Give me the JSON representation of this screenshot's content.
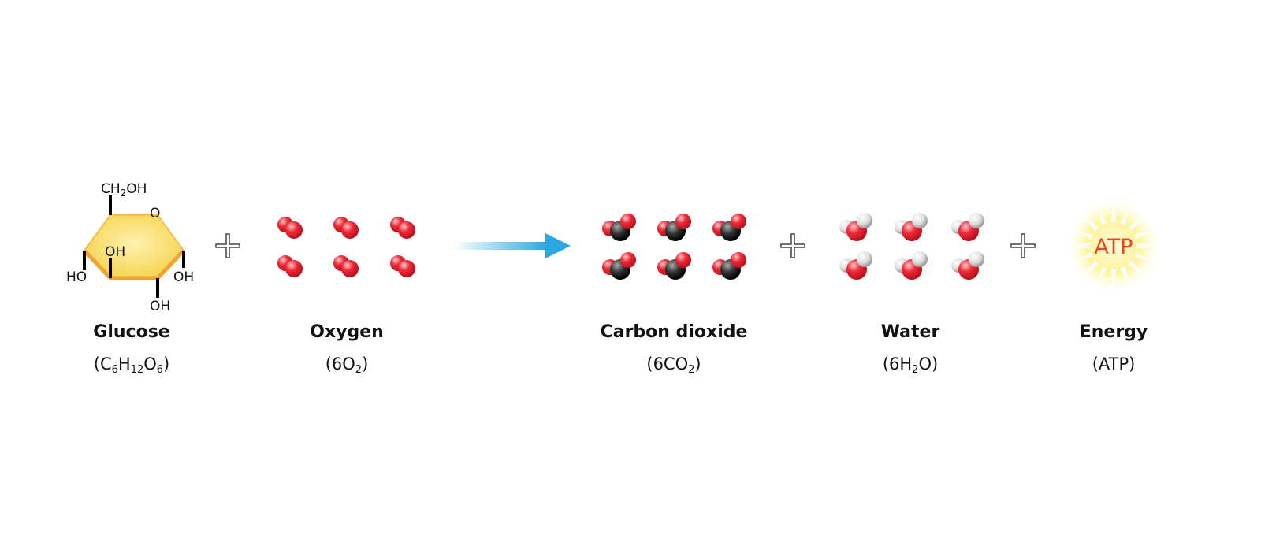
{
  "glucose": {
    "name": "Glucose",
    "formula": {
      "pre": "(C",
      "s1": "6",
      "h": "H",
      "s2": "12",
      "o": "O",
      "s3": "6",
      "post": ")"
    },
    "groups": {
      "top": "CH",
      "top_sub": "2",
      "top_end": "OH",
      "ring_o": "O",
      "ho_left": "HO",
      "oh_inner": "OH",
      "oh_right": "OH",
      "oh_bottom": "OH"
    }
  },
  "oxygen": {
    "name": "Oxygen",
    "formula": {
      "pre": "(6O",
      "sub": "2",
      "post": ")"
    },
    "count": 6
  },
  "carbon_dioxide": {
    "name": "Carbon dioxide",
    "formula": {
      "pre": "(6CO",
      "sub": "2",
      "post": ")"
    },
    "count": 6
  },
  "water": {
    "name": "Water",
    "formula": {
      "pre": "(6H",
      "sub": "2",
      "post": "O)"
    },
    "count": 6
  },
  "energy": {
    "name": "Energy",
    "formula": "(ATP)",
    "badge": "ATP"
  },
  "colors": {
    "oxygen": "#e8212e",
    "carbon": "#222222",
    "hydrogen": "#e0e0e0",
    "arrow": "#2aa7e0",
    "glucose": "#f7d44a",
    "atp_text": "#e8461c"
  }
}
